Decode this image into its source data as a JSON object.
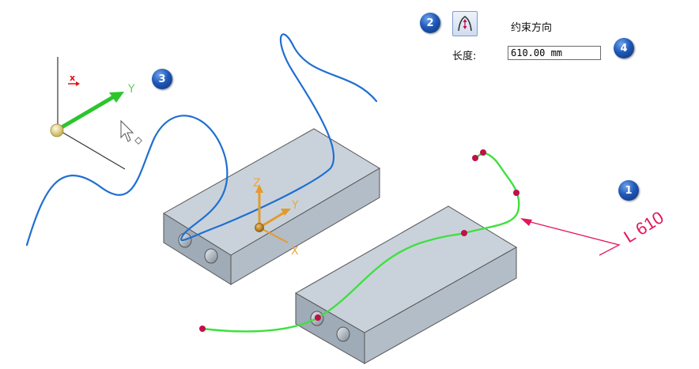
{
  "ribbon": {
    "constraint_direction_label": "约束方向",
    "length_label": "长度:",
    "length_value": "610.00 mm"
  },
  "callouts": [
    "1",
    "2",
    "3",
    "4"
  ],
  "triad": {
    "x_label": "x",
    "y_label": "Y"
  },
  "part_axes": {
    "x_label": "X",
    "y_label": "Y",
    "z_label": "Z"
  },
  "dimension": {
    "text": "L 610"
  },
  "colors": {
    "blue_curve": "#1f6fd1",
    "green_curve": "#3fe03f",
    "keypoint": "#c0104a",
    "dimension": "#e3175c",
    "block_top": "#c9d2db",
    "block_front": "#9fabb7",
    "block_side": "#b3bdc8"
  }
}
